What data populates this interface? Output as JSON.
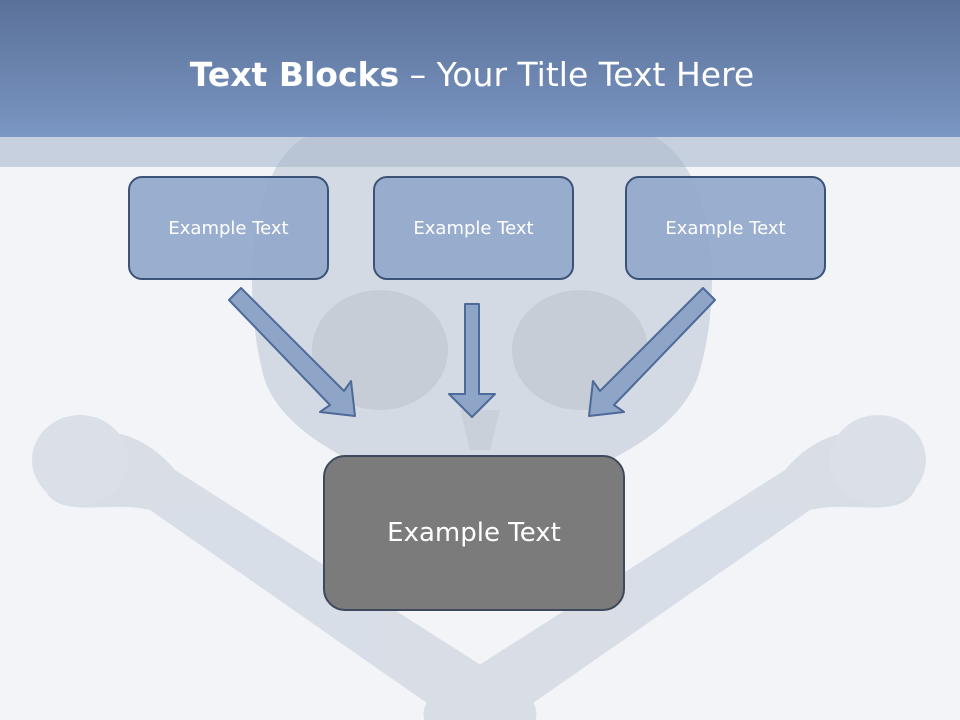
{
  "title": {
    "bold": "Text Blocks",
    "rest": " – Your Title Text Here"
  },
  "blocks": [
    {
      "label": "Example Text"
    },
    {
      "label": "Example Text"
    },
    {
      "label": "Example Text"
    }
  ],
  "target": {
    "label": "Example Text"
  },
  "colors": {
    "header": "#6d88b4",
    "block_fill": "#92a8cb",
    "block_border": "#3c5378",
    "target_fill": "#7b7b7b",
    "arrow_fill": "#8ea5c8"
  }
}
